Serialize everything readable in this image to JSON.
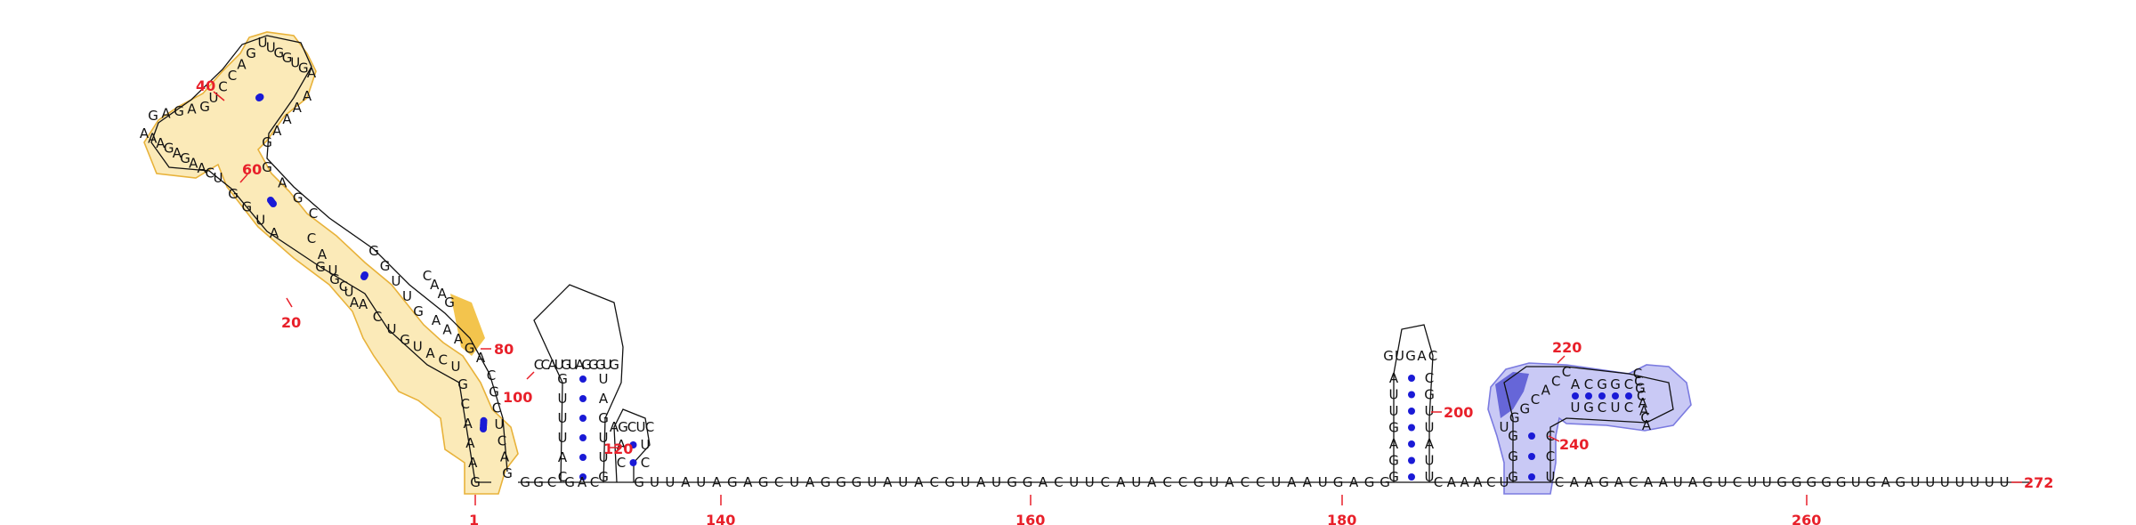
{
  "colors": {
    "nucleotide": "#111111",
    "pair_dot": "#1a1ad6",
    "position_number": "#e8202a",
    "highlight_orange_fill": "#fbeab8",
    "highlight_orange_stroke": "#e8b23a",
    "highlight_blue_fill": "#c9c9f5",
    "highlight_blue_stroke": "#7b7be0"
  },
  "position_numbers": [
    "1",
    "20",
    "40",
    "60",
    "80",
    "100",
    "120",
    "140",
    "160",
    "180",
    "200",
    "220",
    "240",
    "260",
    "272"
  ],
  "sequences": {
    "stem1_5p": "GAAACG",
    "stem1_3p": "GACUCGC",
    "int_loop_a": "UCAUG",
    "int_loop_b": "AGAAA",
    "bulge_20": "UCAUGG",
    "stem2_5p": "ACUAC",
    "stem2_3p": "GUUGG",
    "stem3_5p": "AUGG",
    "stem3_3p": "CGAG",
    "left_loop_outer": "UCAAGAGAAA",
    "left_loop_upper": "GAGAG",
    "stem4_5p": "UCCAG",
    "stem4_3p": "GAAAA",
    "top_loop": "UUGGUGA",
    "loop_right_80": "GAAC",
    "hp100_stem_5p": "CAUUUG",
    "hp100_stem_3p": "UAGUUG",
    "hp100_loop": "CCAUGUAGGGUG",
    "hp120_stem_5p": "CA",
    "hp120_stem_3p": "UC",
    "hp120_loop": "AGCUC",
    "linker_a": "GGC",
    "linker_b": "GAC",
    "single_strand_main": "GUUAUAGAGCUAGGGUAUACGUAUGGACUUCAUACCGUACCUAAUGAGG",
    "hp200_stem_5p": "GGAGUUA",
    "hp200_stem_3p": "CGUUAUU",
    "hp200_loop": "GUGAC",
    "between_hp": "CAAACU",
    "pk_stem_5p": "GGG",
    "pk_stem_3p": "CCU",
    "pk_loop_left": "UGGCACC",
    "pk_upper": "ACGGC",
    "pk_lower": "UGCUC",
    "pk_loop_right": "CCGCAACA",
    "tail": "CAAGACAAUAGUCUUGGGGGUGAGUUUUUUU"
  }
}
